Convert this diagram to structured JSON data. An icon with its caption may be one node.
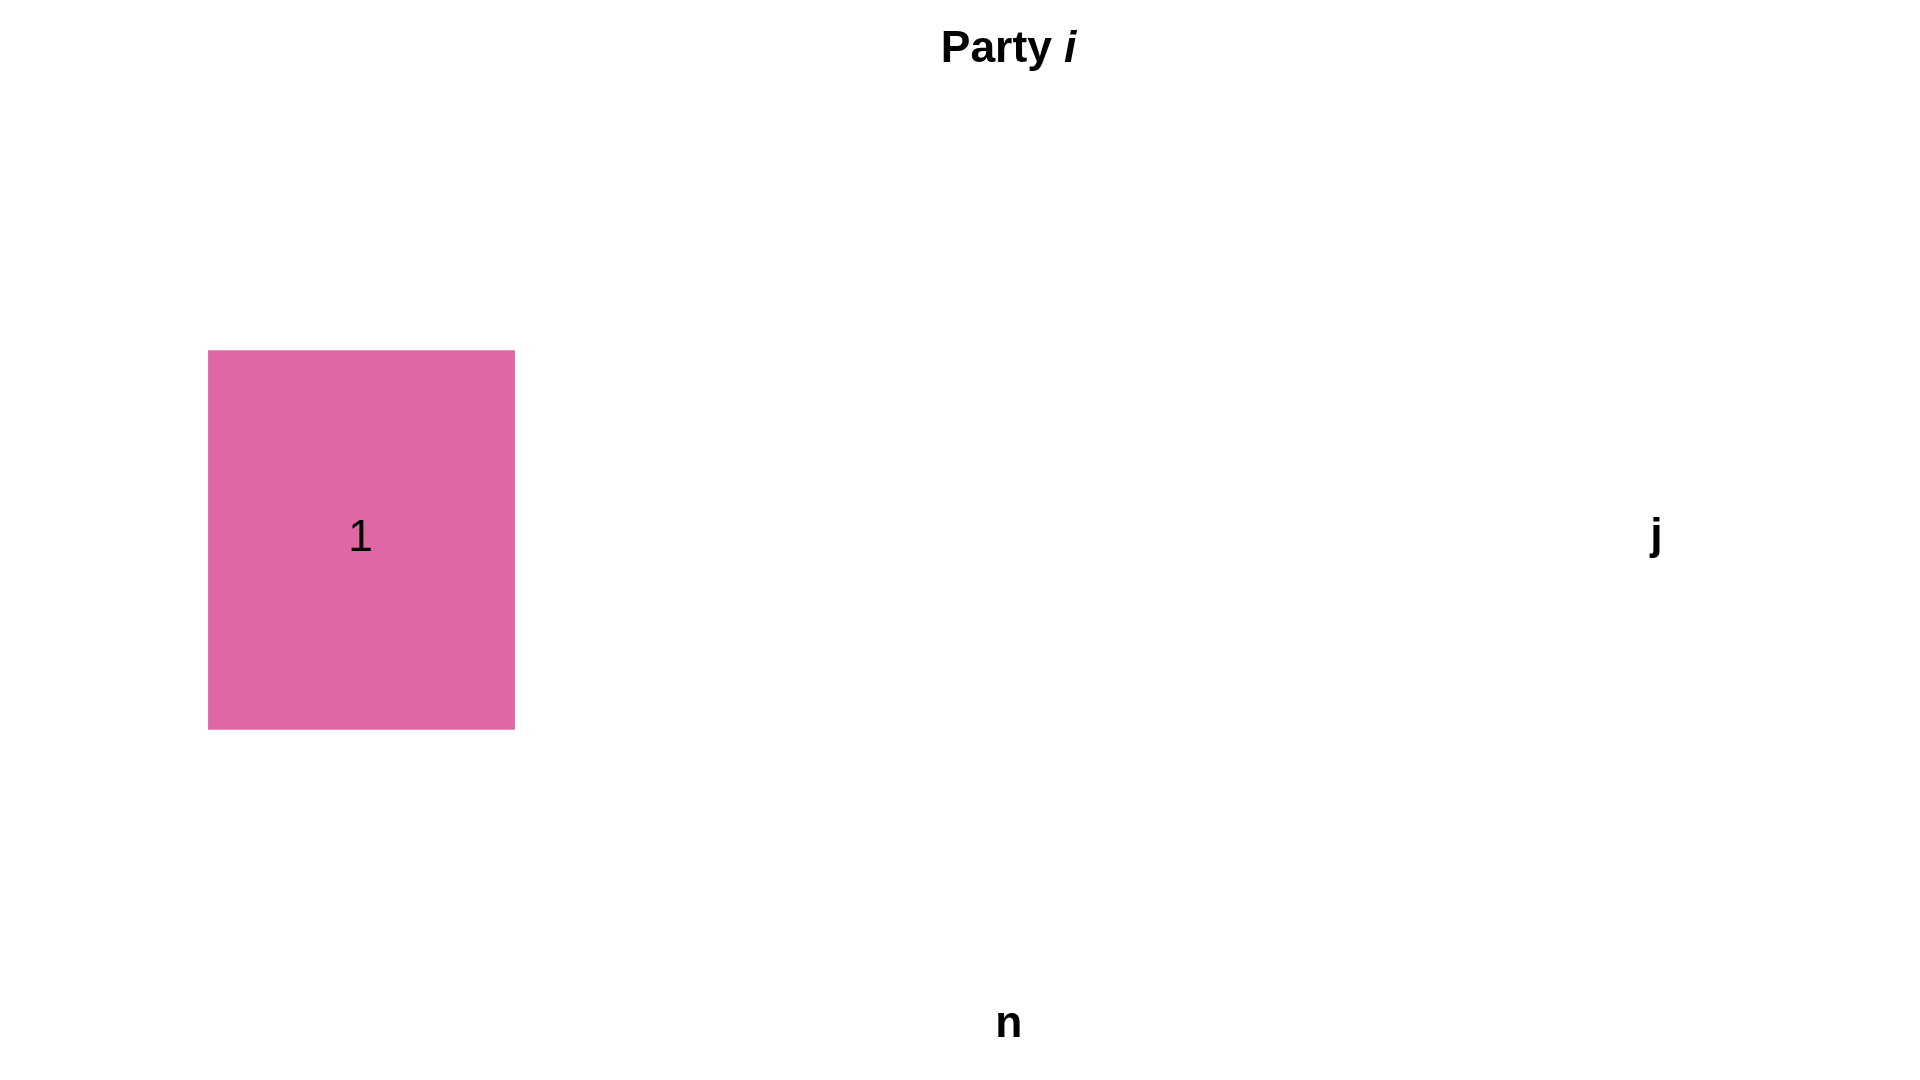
{
  "diagram": {
    "nodes": [
      {
        "text": [
          "1"
        ]
      }
    ],
    "labels": [
      "Party *i*",
      "j",
      "n"
    ]
  }
}
